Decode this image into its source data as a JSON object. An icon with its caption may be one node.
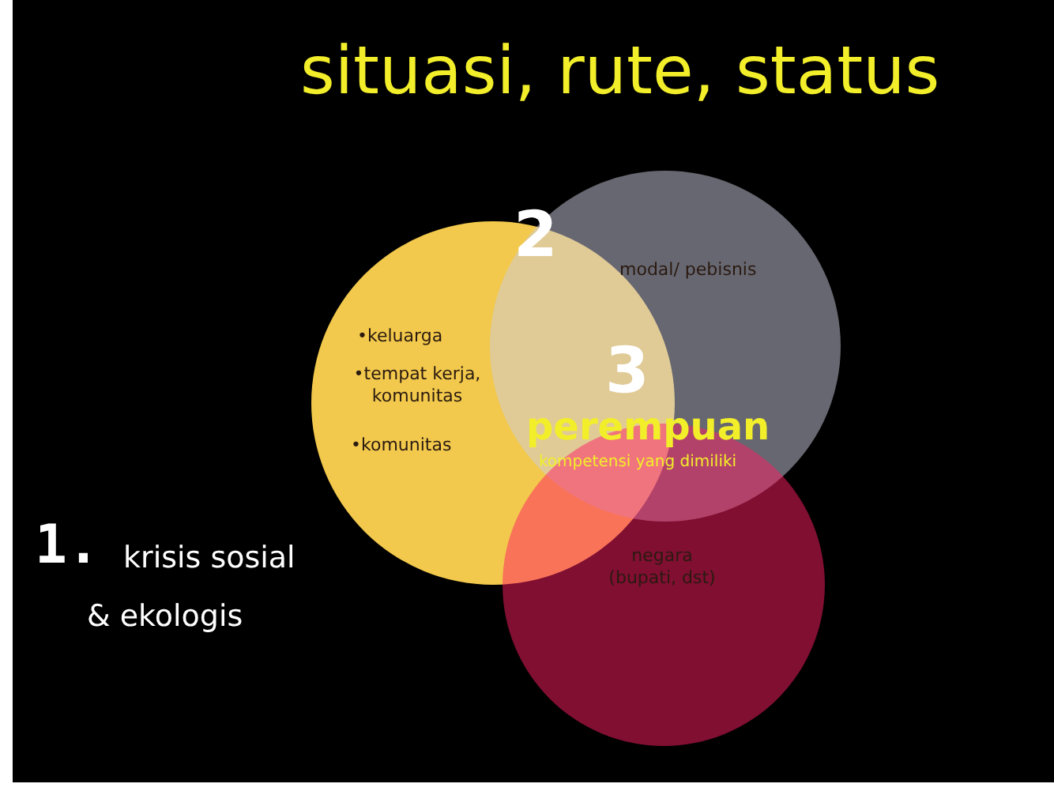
{
  "diagram": {
    "title": "situasi, rute, status",
    "nodes": [
      {
        "text": [
          "•keluarga",
          "•tempat kerja, komunitas",
          "•komunitas"
        ]
      },
      {
        "text": [
          "modal/ pebisnis"
        ]
      },
      {
        "text": [
          "negara (bupati, dst)"
        ]
      }
    ],
    "labels": [
      "2",
      "3",
      "perempuan",
      "kompetensi yang dimiliki",
      "1.",
      "krisis sosial & ekologis"
    ]
  }
}
